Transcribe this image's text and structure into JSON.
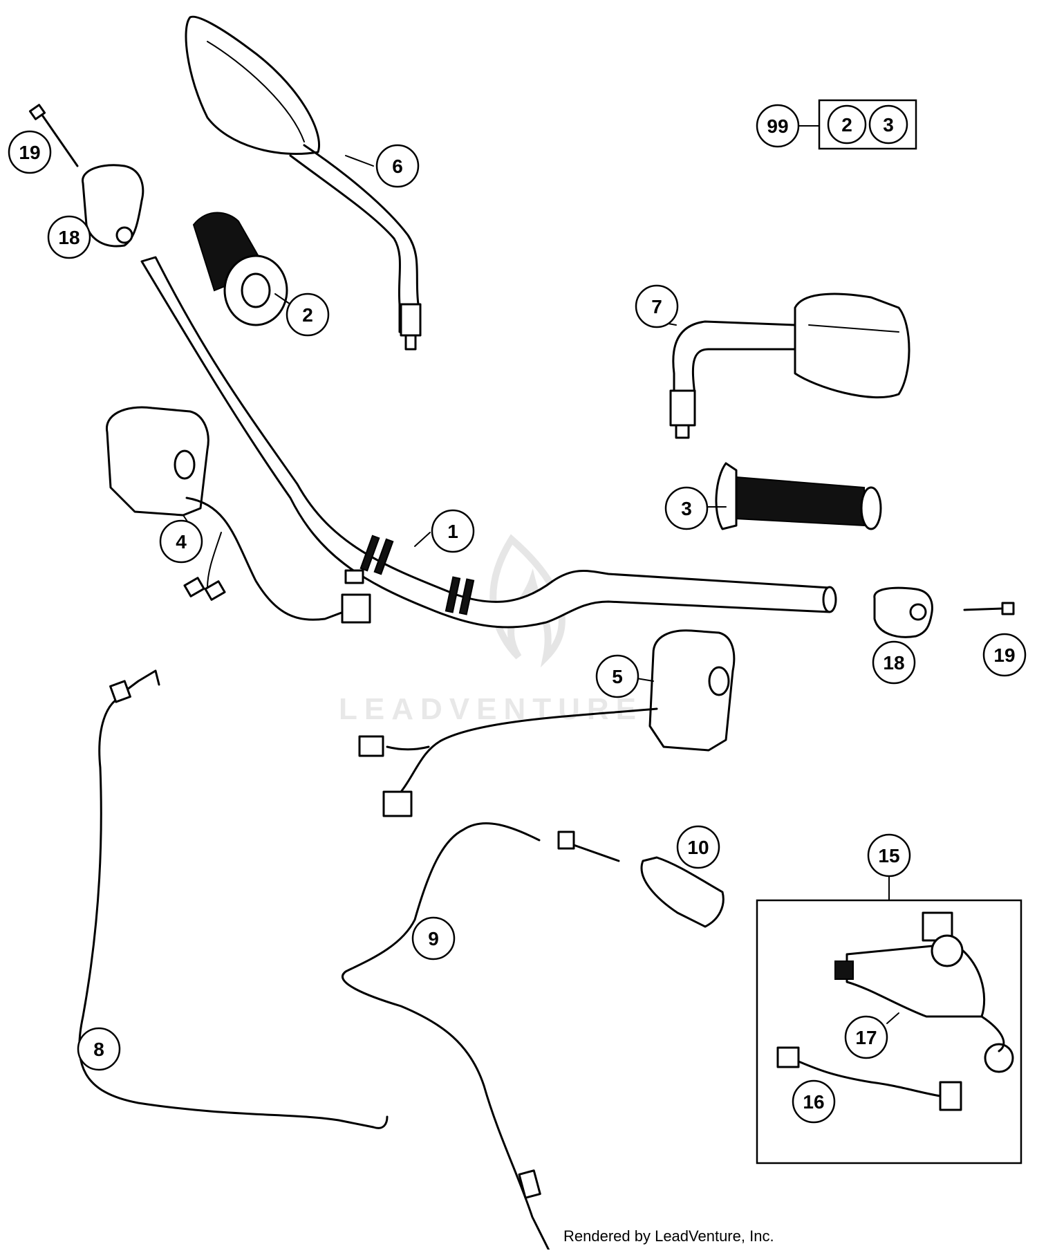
{
  "diagram": {
    "watermark": "LEADVENTURE",
    "credit": "Rendered by LeadVenture, Inc.",
    "kit": {
      "id": "99",
      "contents": [
        "2",
        "3"
      ]
    },
    "callouts": [
      {
        "label": "1"
      },
      {
        "label": "2"
      },
      {
        "label": "3"
      },
      {
        "label": "4"
      },
      {
        "label": "5"
      },
      {
        "label": "6"
      },
      {
        "label": "7"
      },
      {
        "label": "8"
      },
      {
        "label": "9"
      },
      {
        "label": "10"
      },
      {
        "label": "15"
      },
      {
        "label": "16"
      },
      {
        "label": "17"
      },
      {
        "label": "18"
      },
      {
        "label": "18"
      },
      {
        "label": "19"
      },
      {
        "label": "19"
      }
    ]
  }
}
